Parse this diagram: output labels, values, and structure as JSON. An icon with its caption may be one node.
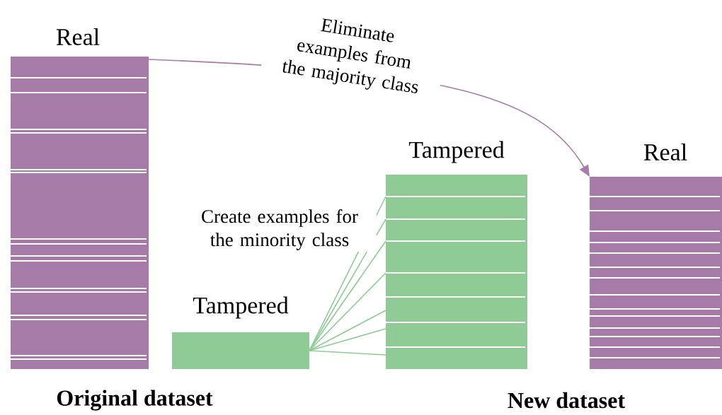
{
  "diagram": {
    "nodes": [
      {
        "text": [
          "Real"
        ]
      },
      {
        "text": [
          "Tampered"
        ]
      },
      {
        "text": [
          "Tampered"
        ]
      },
      {
        "text": [
          "Real"
        ]
      }
    ],
    "edges": [
      {
        "from": 0,
        "to": 3,
        "arrow": "to",
        "label": "Eliminate examples from the majority class",
        "color": "#a77ba8"
      },
      {
        "from": 1,
        "to": 2,
        "arrow": "none",
        "label": "Create examples for the minority class"
      },
      {
        "from": 1,
        "to": 2,
        "arrow": "none"
      },
      {
        "from": 1,
        "to": 2,
        "arrow": "none"
      },
      {
        "from": 1,
        "to": 2,
        "arrow": "none"
      },
      {
        "from": 1,
        "to": 2,
        "arrow": "none"
      },
      {
        "from": 1,
        "to": 2,
        "arrow": "none"
      },
      {
        "from": 1,
        "to": 2,
        "arrow": "none"
      }
    ],
    "labels": [
      "**Original dataset**",
      "**New dataset**"
    ]
  }
}
